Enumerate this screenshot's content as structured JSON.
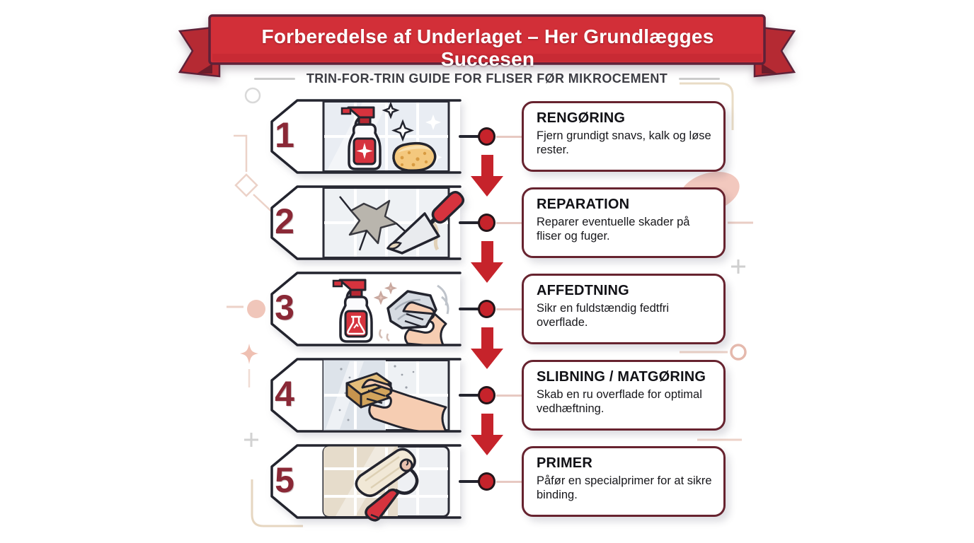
{
  "banner": {
    "title": "Forberedelse af Underlaget – Her Grundlægges Succesen"
  },
  "subtitle": {
    "text": "TRIN-FOR-TRIN GUIDE FOR FLISER FØR MIKROCEMENT"
  },
  "steps": [
    {
      "number": "1",
      "title": "RENGØRING",
      "description": "Fjern grundigt snavs, kalk og løse rester.",
      "icons": [
        "spray-bottle-icon",
        "sponge-icon",
        "sparkle-icon",
        "tile-wall-icon"
      ]
    },
    {
      "number": "2",
      "title": "REPARATION",
      "description": "Reparer eventuelle skader på fliser og fuger.",
      "icons": [
        "cracked-tile-icon",
        "trowel-icon",
        "tile-wall-icon"
      ]
    },
    {
      "number": "3",
      "title": "AFFEDTNING",
      "description": "Sikr en fuldstændig fedtfri overflade.",
      "icons": [
        "degreaser-spray-bottle-icon",
        "wiping-hand-cloth-icon"
      ]
    },
    {
      "number": "4",
      "title": "SLIBNING / MATGØRING",
      "description": "Skab en ru overflade for optimal vedhæftning.",
      "icons": [
        "sanding-block-icon",
        "hand-icon",
        "dust-specks-icon",
        "tile-wall-icon"
      ]
    },
    {
      "number": "5",
      "title": "PRIMER",
      "description": "Påfør en specialprimer for at sikre binding.",
      "icons": [
        "paint-roller-icon",
        "tile-wall-icon"
      ]
    }
  ],
  "connector": {
    "style": "red-dot-on-line",
    "arrow": "red-down-arrow"
  },
  "colors": {
    "banner_red": "#d22f38",
    "banner_outline": "#5e2138",
    "ribbon_tail_red": "#b52a33",
    "step_number": "#8a2836",
    "textbox_border": "#67232f",
    "arrow_red": "#c6232b",
    "connector_dark": "#23242e",
    "connector_pink": "#e7c9c2",
    "deco_pink": "#ecd2c8",
    "deco_gray": "#d2d2d2",
    "tile_fill": "#e9edf3",
    "outline_dark": "#23242e",
    "sponge_yellow": "#f4c87e",
    "tool_red": "#d6333e",
    "skin": "#f6cdb2",
    "primer_beige": "#e6dccb"
  }
}
